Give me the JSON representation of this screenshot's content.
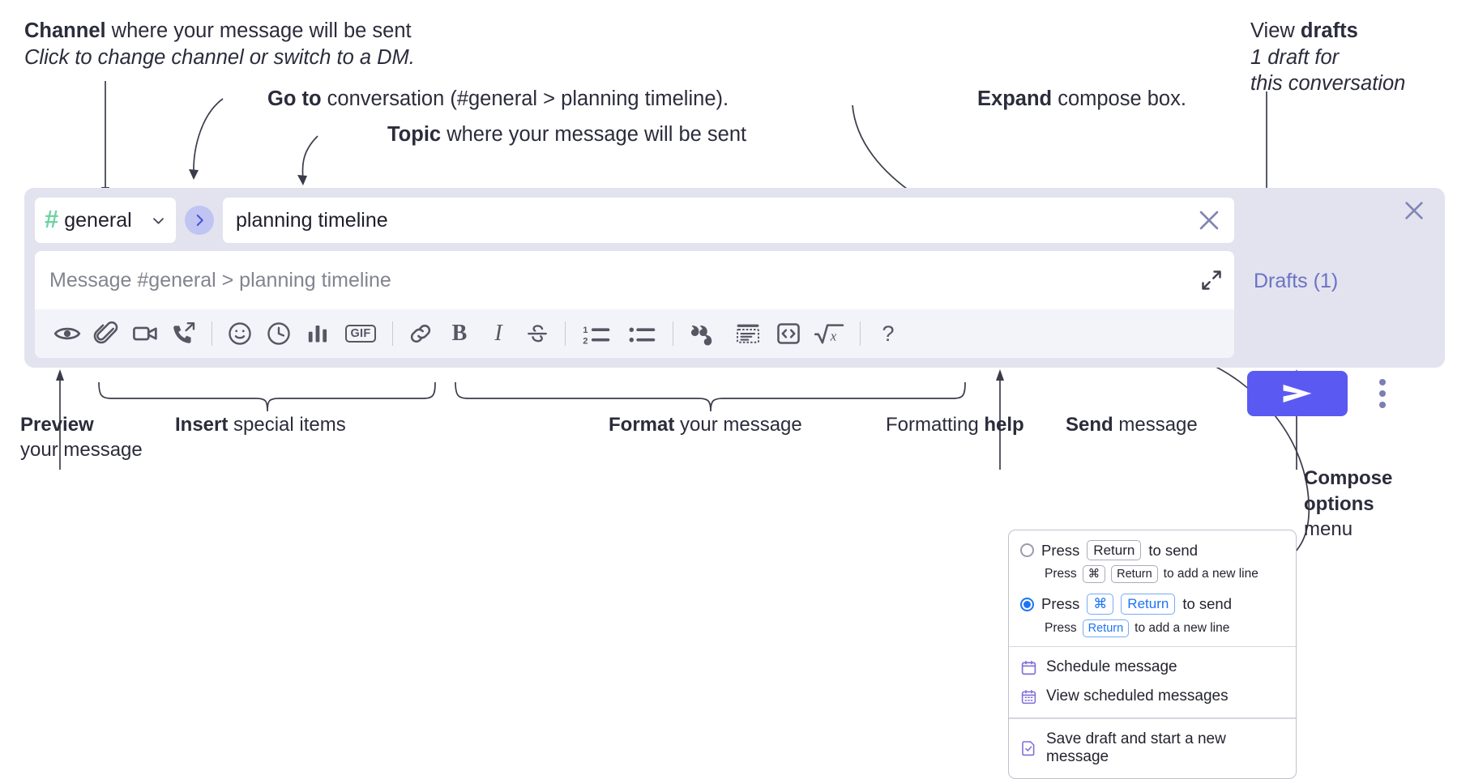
{
  "annotations": {
    "channel": {
      "bold": "Channel",
      "rest": " where your message will be sent",
      "sub": "Click to change channel or switch to a DM."
    },
    "goto": {
      "bold": "Go to",
      "rest": " conversation (#general > planning timeline)."
    },
    "topic": {
      "bold": "Topic",
      "rest": " where your message will be sent"
    },
    "expand": {
      "bold": "Expand",
      "rest": " compose box."
    },
    "drafts": {
      "pre": "View ",
      "bold": "drafts",
      "sub1": "1 draft for",
      "sub2": "this conversation"
    },
    "preview": {
      "bold": "Preview",
      "line2": "your message"
    },
    "insert": {
      "bold": "Insert",
      "rest": " special items"
    },
    "format": {
      "bold": "Format",
      "rest": " your message"
    },
    "help": {
      "pre": "Formatting ",
      "bold": "help"
    },
    "send": {
      "bold": "Send",
      "rest": " message"
    },
    "compose_options": {
      "l1": "Compose",
      "l2": "options",
      "l3": "menu"
    }
  },
  "composer": {
    "channel_name": "general",
    "channel_hash": "#",
    "channel_icon": "hash-icon",
    "chevron_icon": "chevron-down-icon",
    "goto_icon": "chevron-right-icon",
    "topic_value": "planning timeline",
    "topic_clear_icon": "close-icon",
    "message_placeholder": "Message #general > planning timeline",
    "expand_icon": "expand-icon",
    "panel_close_icon": "close-icon",
    "drafts_label": "Drafts (1)",
    "send_icon": "send-paper-plane-icon",
    "kebab_icon": "more-vertical-icon",
    "accent_send": "#5a5af2",
    "accent_drafts": "#6c72c4",
    "panel_bg": "#e2e3ee",
    "hash_color": "#6fd3a0"
  },
  "toolbar": {
    "items": [
      {
        "name": "preview-icon",
        "label": "Preview"
      },
      {
        "name": "attachment-paperclip-icon",
        "label": "Attach file"
      },
      {
        "name": "video-camera-icon",
        "label": "Video clip"
      },
      {
        "name": "audio-huddle-icon",
        "label": "Audio clip"
      },
      {
        "name": "divider",
        "label": ""
      },
      {
        "name": "emoji-smiley-icon",
        "label": "Emoji"
      },
      {
        "name": "clock-icon",
        "label": "Reminder"
      },
      {
        "name": "bar-chart-icon",
        "label": "Poll"
      },
      {
        "name": "gif-icon",
        "label": "GIF"
      },
      {
        "name": "divider",
        "label": ""
      },
      {
        "name": "link-icon",
        "label": "Link"
      },
      {
        "name": "bold-icon",
        "label": "B"
      },
      {
        "name": "italic-icon",
        "label": "I"
      },
      {
        "name": "strikethrough-icon",
        "label": "Strikethrough"
      },
      {
        "name": "divider",
        "label": ""
      },
      {
        "name": "ordered-list-icon",
        "label": "Ordered list"
      },
      {
        "name": "bulleted-list-icon",
        "label": "Bulleted list"
      },
      {
        "name": "divider",
        "label": ""
      },
      {
        "name": "blockquote-icon",
        "label": "Blockquote"
      },
      {
        "name": "code-block-icon",
        "label": "Code block"
      },
      {
        "name": "inline-code-icon",
        "label": "Code"
      },
      {
        "name": "math-icon",
        "label": "Math"
      },
      {
        "name": "divider",
        "label": ""
      },
      {
        "name": "help-question-icon",
        "label": "?"
      }
    ],
    "gif_label": "GIF",
    "bold_label": "B",
    "italic_label": "I",
    "help_label": "?"
  },
  "menu": {
    "option1": {
      "selected": false,
      "pre": "Press",
      "key": "Return",
      "post": "to send",
      "sub_pre": "Press",
      "sub_key1": "⌘",
      "sub_key2": "Return",
      "sub_post": "to add a new line"
    },
    "option2": {
      "selected": true,
      "pre": "Press",
      "key1": "⌘",
      "key2": "Return",
      "post": "to send",
      "sub_pre": "Press",
      "sub_key": "Return",
      "sub_post": "to add a new line"
    },
    "items": [
      {
        "icon": "calendar-schedule-icon",
        "label": "Schedule message"
      },
      {
        "icon": "calendar-grid-icon",
        "label": "View scheduled messages"
      },
      {
        "icon": "save-draft-check-icon",
        "label": "Save draft and start a new message"
      }
    ]
  }
}
